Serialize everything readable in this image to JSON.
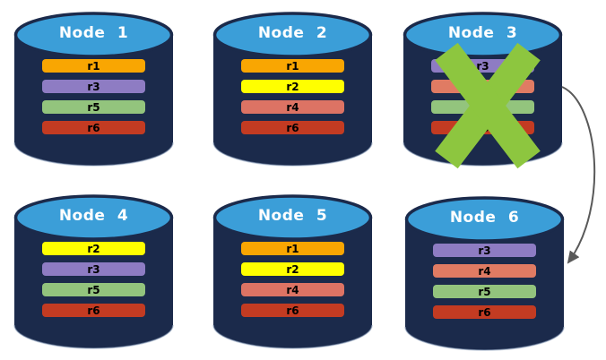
{
  "colors": {
    "background": "#FFFFFF",
    "cylinder_body": "#1B2A4B",
    "cylinder_top": "#3B9ED8",
    "node_title_text": "#FFFFFF",
    "bar_text": "#000000",
    "failure_cross": "#8DC63F",
    "arrow": "#595959"
  },
  "nodes": [
    {
      "title": "Node 1",
      "failed": false,
      "replicas": [
        {
          "label": "r1",
          "color": "#F9A602"
        },
        {
          "label": "r3",
          "color": "#8E7CC3"
        },
        {
          "label": "r5",
          "color": "#93C47D"
        },
        {
          "label": "r6",
          "color": "#C33B22"
        }
      ]
    },
    {
      "title": "Node 2",
      "failed": false,
      "replicas": [
        {
          "label": "r1",
          "color": "#F9A602"
        },
        {
          "label": "r2",
          "color": "#FFFF00"
        },
        {
          "label": "r4",
          "color": "#DD7364"
        },
        {
          "label": "r6",
          "color": "#C33B22"
        }
      ]
    },
    {
      "title": "Node 3",
      "failed": true,
      "replicas": [
        {
          "label": "r3",
          "color": "#8E7CC3"
        },
        {
          "label": "r4",
          "color": "#E07B63"
        },
        {
          "label": "r5",
          "color": "#93C47D"
        },
        {
          "label": "r6",
          "color": "#C33B22"
        }
      ]
    },
    {
      "title": "Node 4",
      "failed": false,
      "replicas": [
        {
          "label": "r2",
          "color": "#FFFF00"
        },
        {
          "label": "r3",
          "color": "#8E7CC3"
        },
        {
          "label": "r5",
          "color": "#93C47D"
        },
        {
          "label": "r6",
          "color": "#C33B22"
        }
      ]
    },
    {
      "title": "Node 5",
      "failed": false,
      "replicas": [
        {
          "label": "r1",
          "color": "#F9A602"
        },
        {
          "label": "r2",
          "color": "#FFFF00"
        },
        {
          "label": "r4",
          "color": "#DD7364"
        },
        {
          "label": "r6",
          "color": "#C33B22"
        }
      ]
    },
    {
      "title": "Node 6",
      "failed": false,
      "replicas": [
        {
          "label": "r3",
          "color": "#8E7CC3"
        },
        {
          "label": "r4",
          "color": "#E07B63"
        },
        {
          "label": "r5",
          "color": "#93C47D"
        },
        {
          "label": "r6",
          "color": "#C33B22"
        }
      ]
    }
  ],
  "arrow": {
    "from": "Node 3",
    "to": "Node 6"
  }
}
